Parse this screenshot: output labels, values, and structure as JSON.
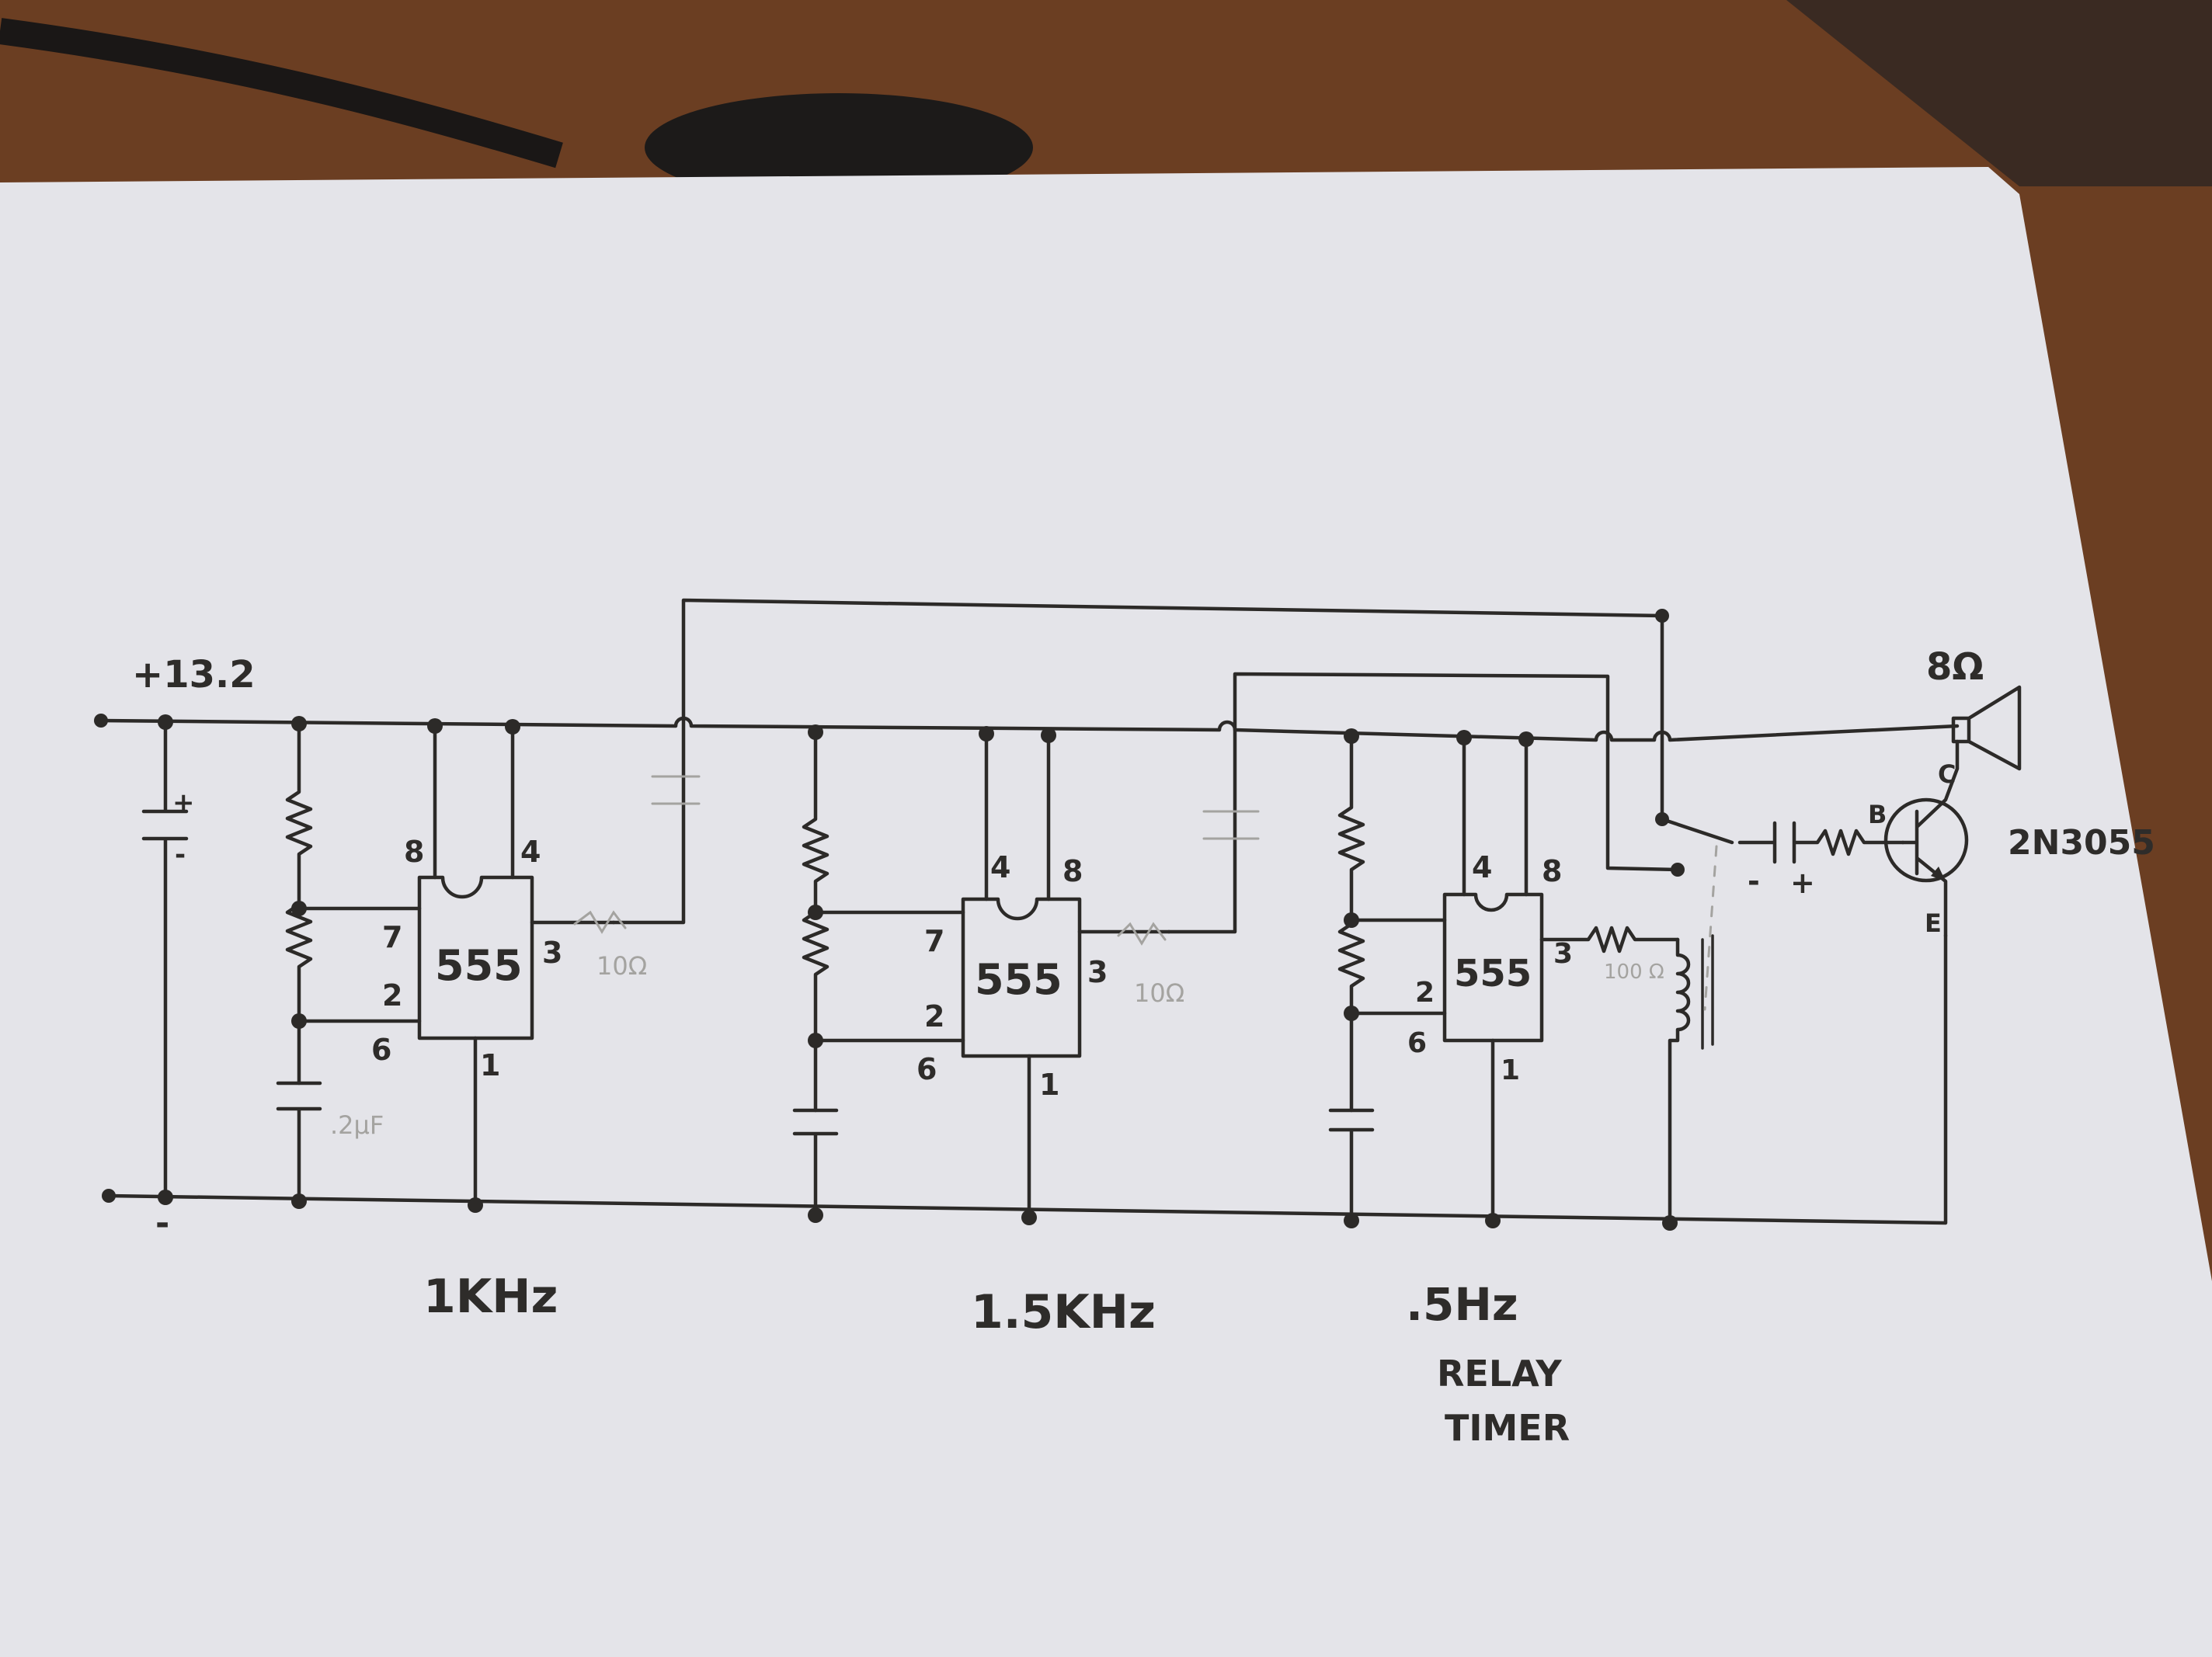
{
  "supply_label": "+13.2",
  "ground_label": "-",
  "ic_label": "555",
  "resistor_label_10": "10Ω",
  "resistor_label_100": "100 Ω",
  "capacitor_label": ".2μF",
  "plus_sign": "+",
  "minus_sign": "-",
  "pins": {
    "p1": "1",
    "p2": "2",
    "p3": "3",
    "p4": "4",
    "p6": "6",
    "p7": "7",
    "p8": "8"
  },
  "stages": [
    {
      "frequency": "1KHz"
    },
    {
      "frequency": "1.5KHz"
    },
    {
      "frequency": ".5Hz",
      "note_line1": "RELAY",
      "note_line2": "TIMER"
    }
  ],
  "transistor": {
    "part": "2N3055",
    "base": "B",
    "collector": "C",
    "emitter": "E"
  },
  "speaker": {
    "impedance": "8Ω"
  }
}
